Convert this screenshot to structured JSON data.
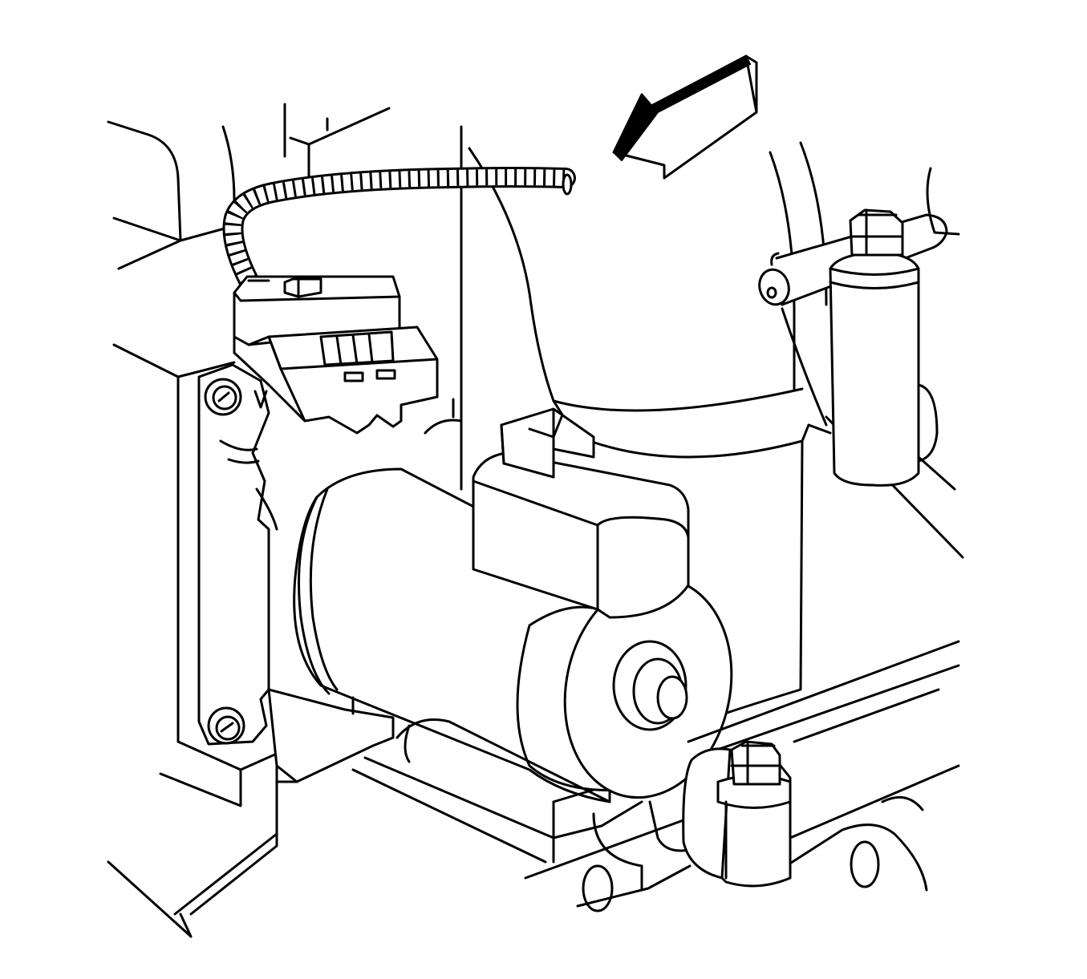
{
  "figure": {
    "kind": "line-art technical illustration",
    "components": [
      "motor",
      "electrical-connector",
      "wire-harness",
      "direction-arrow",
      "sensor",
      "mounting-bolt"
    ],
    "colors": {
      "stroke": "#000000",
      "background": "#ffffff"
    }
  }
}
